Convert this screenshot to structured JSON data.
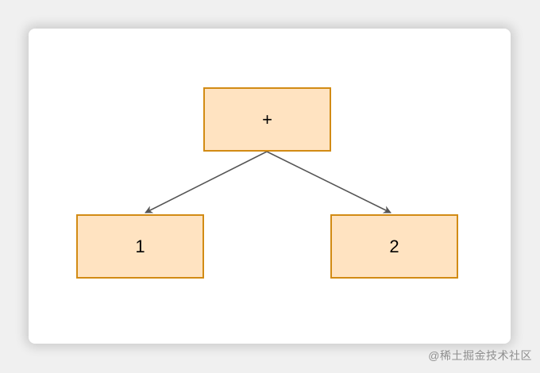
{
  "diagram": {
    "nodes": {
      "root": "+",
      "left": "1",
      "right": "2"
    },
    "edges": [
      {
        "from": "root",
        "to": "left"
      },
      {
        "from": "root",
        "to": "right"
      }
    ]
  },
  "watermark": "@稀土掘金技术社区",
  "colors": {
    "node_fill": "#ffe3c1",
    "node_border": "#d28b14",
    "edge": "#555555",
    "card_bg": "#ffffff"
  }
}
